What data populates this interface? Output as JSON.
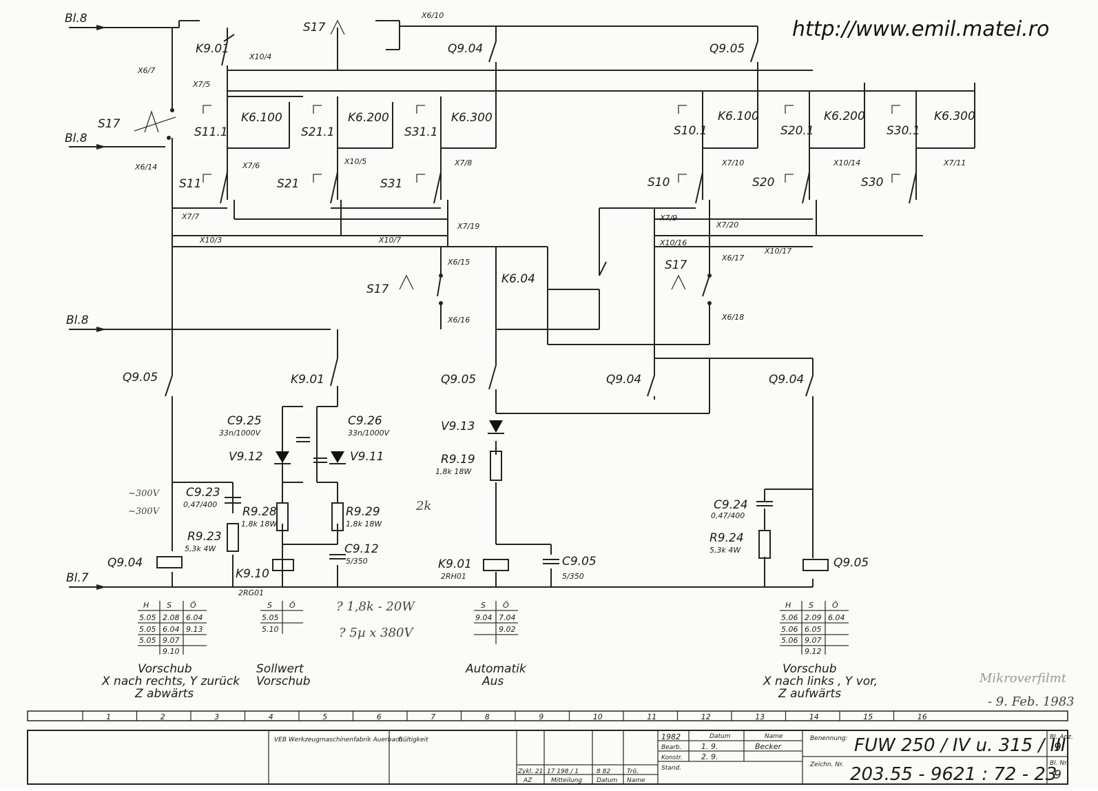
{
  "url": "http://www.emil.matei.ro",
  "bus_refs": {
    "bl8_top": "Bl.8",
    "bl8_mid": "Bl.8",
    "bl8_low": "Bl.8",
    "bl7": "Bl.7"
  },
  "components": {
    "k901": "K9.01",
    "q904_top": "Q9.04",
    "q905_top": "Q9.05",
    "s17_a": "S17",
    "s17_b": "S17",
    "s17_c": "S17",
    "s17_d": "S17",
    "k6100_l": "K6.100",
    "k6200_l": "K6.200",
    "k6300_l": "K6.300",
    "k6100_r": "K6.100",
    "k6200_r": "K6.200",
    "k6300_r": "K6.300",
    "s111": "S11.1",
    "s211": "S21.1",
    "s311": "S31.1",
    "s11": "S11",
    "s21": "S21",
    "s31": "S31",
    "s101": "S10.1",
    "s201": "S20.1",
    "s301": "S30.1",
    "s10": "S10",
    "s20": "S20",
    "s30": "S30",
    "k604": "K6.04",
    "q905_a": "Q9.05",
    "k901_b": "K9.01",
    "q905_b": "Q9.05",
    "q904_b": "Q9.04",
    "q904_c": "Q9.04",
    "c925": "C9.25",
    "c925_v": "33n/1000V",
    "c926": "C9.26",
    "c926_v": "33n/1000V",
    "v912": "V9.12",
    "v911": "V9.11",
    "v913": "V9.13",
    "r919": "R9.19",
    "r919_v": "1,8k 18W",
    "c923": "C9.23",
    "c923_v": "0,47/400",
    "r923": "R9.23",
    "r923_v": "5,3k 4W",
    "r928": "R9.28",
    "r928_v": "1,8k 18W",
    "r929": "R9.29",
    "r929_v": "1,8k 18W",
    "c912": "C9.12",
    "c912_v": "5/350",
    "q904_coil": "Q9.04",
    "k910": "K9.10",
    "k910_sub": "2RG01",
    "k901_coil": "K9.01",
    "k901_sub": "2RH01",
    "c905": "C9.05",
    "c905_v": "5/350",
    "c924": "C9.24",
    "c924_v": "0,47/400",
    "r924": "R9.24",
    "r924_v": "5,3k 4W",
    "q905_coil": "Q9.05"
  },
  "connectors": {
    "x6_10": "X6/10",
    "x10_4": "X10/4",
    "x6_7": "X6/7",
    "x7_5": "X7/5",
    "x6_14": "X6/14",
    "x7_6": "X7/6",
    "x10_5": "X10/5",
    "x7_8": "X7/8",
    "x7_7": "X7/7",
    "x7_19": "X7/19",
    "x10_3": "X10/3",
    "x10_7": "X10/7",
    "x6_15": "X6/15",
    "x6_16": "X6/16",
    "x7_10": "X7/10",
    "x10_14": "X10/14",
    "x7_11": "X7/11",
    "x7_9": "X7/9",
    "x7_20": "X7/20",
    "x10_16": "X10/16",
    "x10_17": "X10/17",
    "x6_17": "X6/17",
    "x6_18": "X6/18"
  },
  "tables": {
    "left": {
      "headers": [
        "H",
        "S",
        "Ö"
      ],
      "rows": [
        [
          "5.05",
          "2.08",
          "6.04"
        ],
        [
          "5.05",
          "6.04",
          "9.13"
        ],
        [
          "5.05",
          "9.07",
          ""
        ],
        [
          "",
          "9.10",
          ""
        ]
      ]
    },
    "k910": {
      "headers": [
        "S",
        "Ö"
      ],
      "rows": [
        [
          "5.05",
          ""
        ],
        [
          "5.10",
          ""
        ]
      ]
    },
    "k901": {
      "headers": [
        "S",
        "Ö"
      ],
      "rows": [
        [
          "9.04",
          "7.04"
        ],
        [
          "",
          "9.02"
        ]
      ]
    },
    "right": {
      "headers": [
        "H",
        "S",
        "Ö"
      ],
      "rows": [
        [
          "5.06",
          "2.09",
          "6.04"
        ],
        [
          "5.06",
          "6.05",
          ""
        ],
        [
          "5.06",
          "9.07",
          ""
        ],
        [
          "",
          "9.12",
          ""
        ]
      ]
    }
  },
  "captions": {
    "c1_l1": "Vorschub",
    "c1_l2": "X nach rechts, Y zurück",
    "c1_l3": "Z abwärts",
    "c2_l1": "Sollwert",
    "c2_l2": "Vorschub",
    "c3_l1": "Automatik",
    "c3_l2": "Aus",
    "c4_l1": "Vorschub",
    "c4_l2": "X nach links , Y vor,",
    "c4_l3": "Z aufwärts"
  },
  "handwritten": {
    "h1": "? 1,8k - 20W",
    "h2": "? 5µ x 380V",
    "h3": "2k",
    "h4": "~300V",
    "h5": "~300V",
    "stamp": "Mikroverfilmt",
    "date": "- 9. Feb. 1983"
  },
  "ruler": [
    "1",
    "2",
    "3",
    "4",
    "5",
    "6",
    "7",
    "8",
    "9",
    "10",
    "11",
    "12",
    "13",
    "14",
    "15",
    "16"
  ],
  "title_block": {
    "guelt": "Gültigkeit",
    "year": "1982",
    "datum_h": "Datum",
    "name_h": "Name",
    "bearb": "Bearb.",
    "konstr": "Konstr.",
    "stand": "Stand.",
    "d1": "1. 9.",
    "d2": "2. 9.",
    "n1": "Becker",
    "benennung_h": "Benennung:",
    "benennung": "FUW 250 / IV u. 315 / III",
    "zeichn_h": "Zeichn. Nr.",
    "zeichn": "203.55 - 9621 : 72 - 23",
    "bl_anz_h": "Bl. Anz.",
    "bl_anz": "9",
    "bl_nr_h": "Bl. Nr.",
    "bl_nr": "9",
    "zykl": "Zykl. 21",
    "nr1": "17 198 / 1",
    "d3": "8 82",
    "nm3": "Trö.",
    "az": "AZ",
    "mitt": "Mitteilung",
    "datum2": "Datum",
    "name2": "Name",
    "company": "VEB Werkzeugmaschinenfabrik Auerbach"
  }
}
